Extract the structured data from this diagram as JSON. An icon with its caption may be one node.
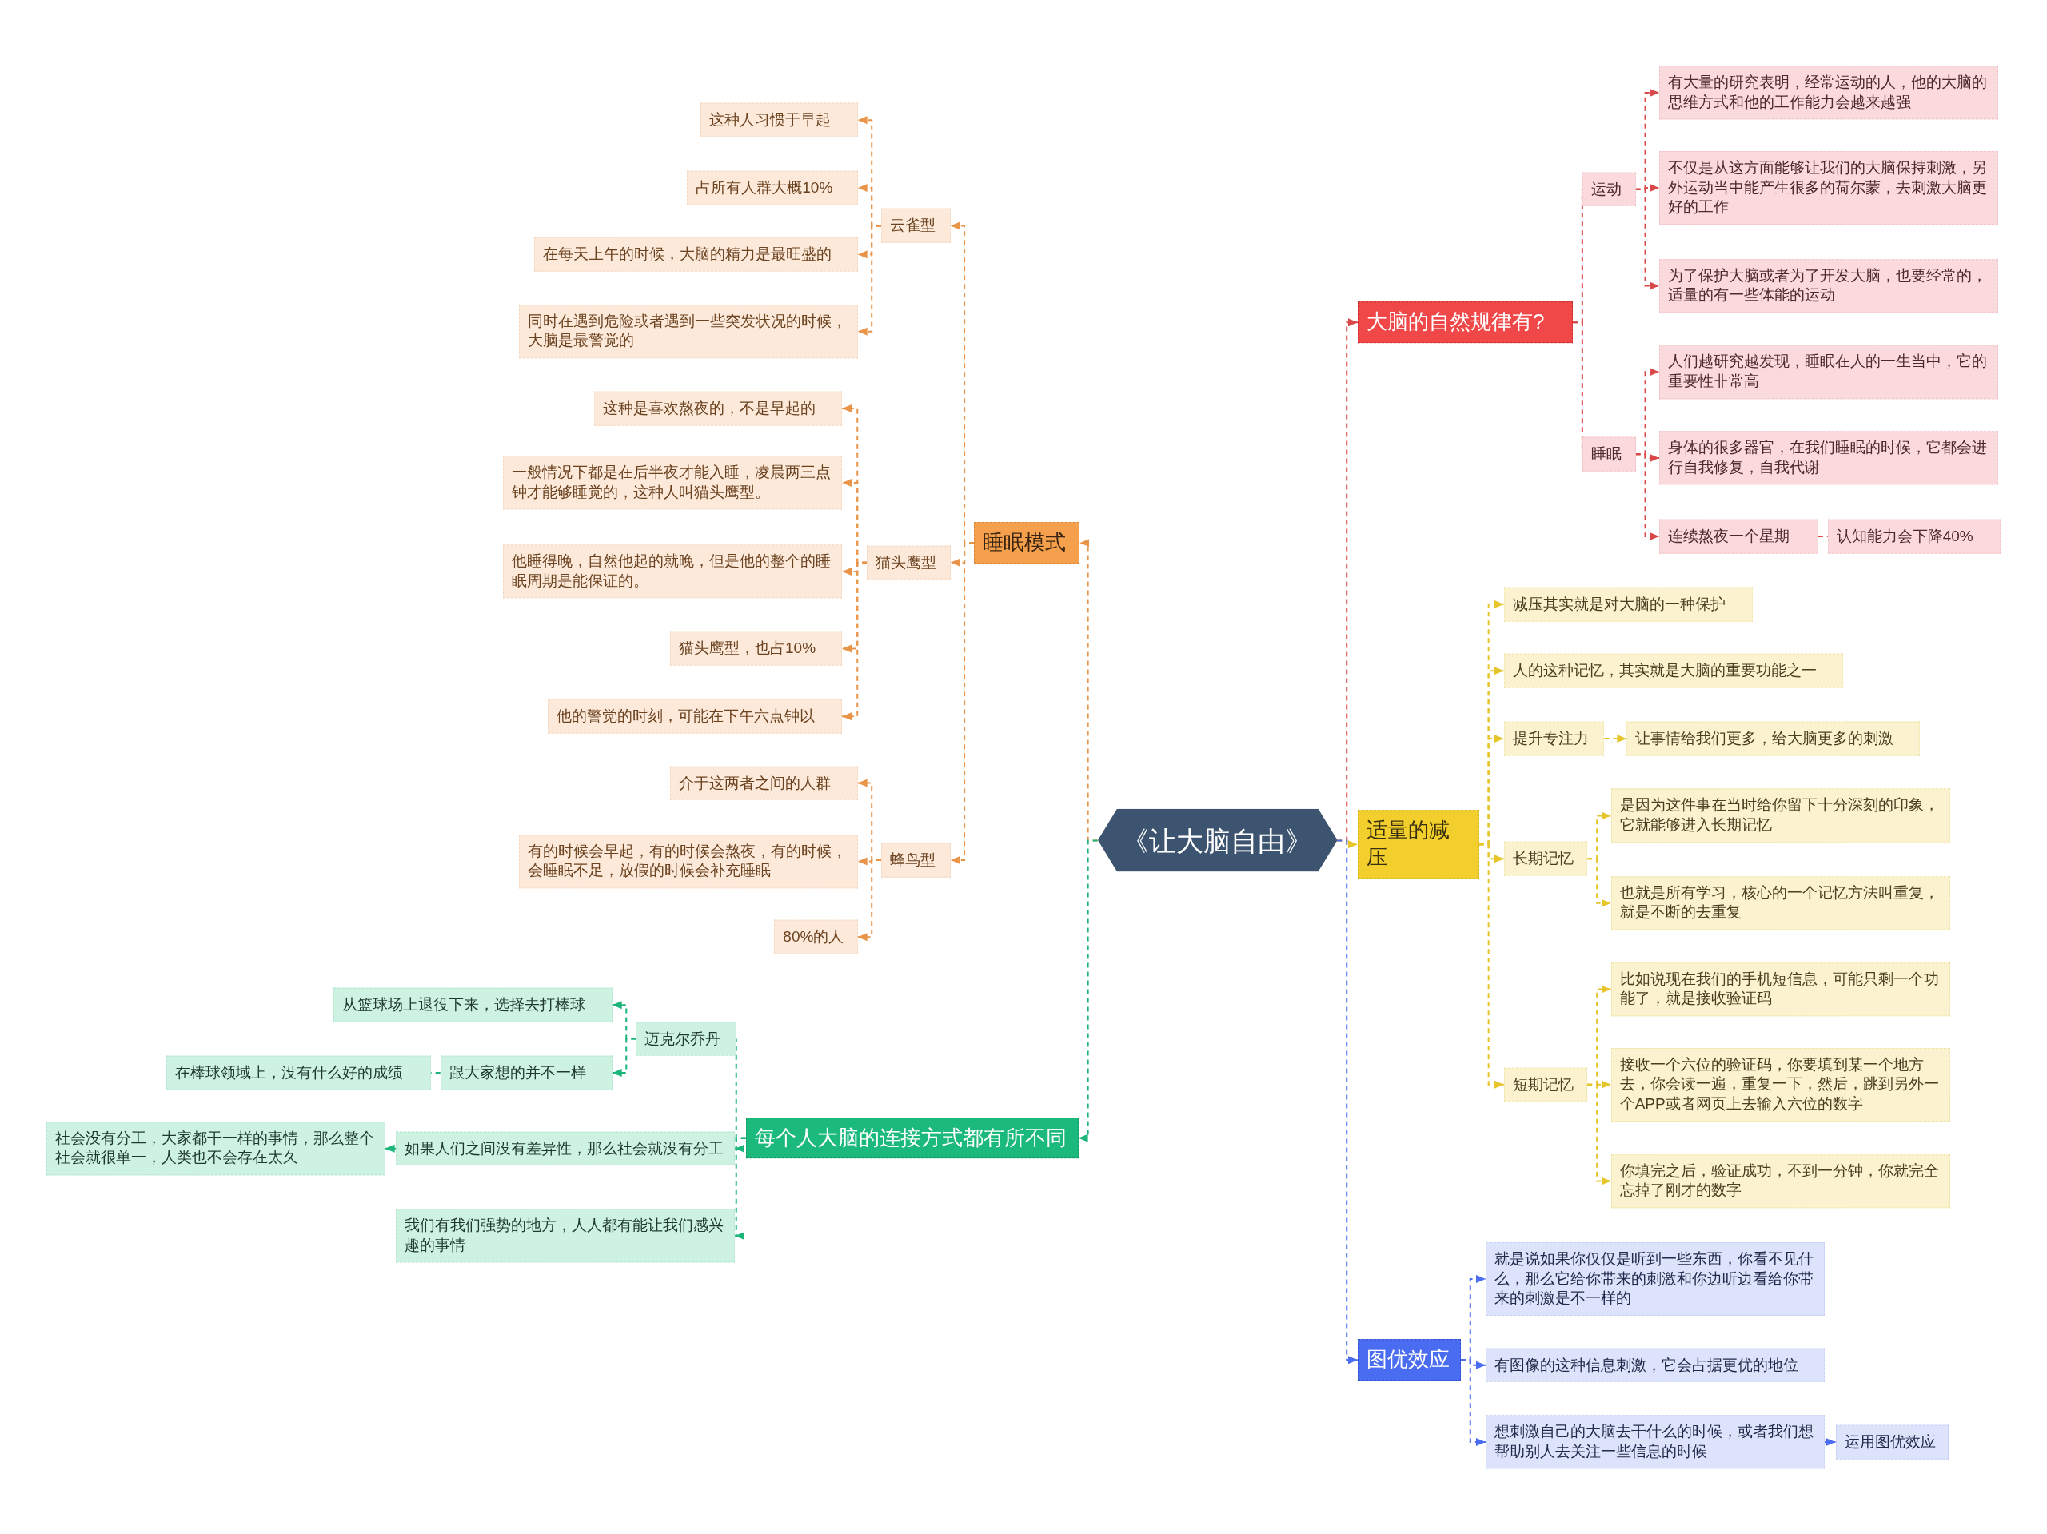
{
  "diagram": {
    "nodes": [
      {
        "text": [
          "《让大脑自由》"
        ]
      },
      {
        "text": [
          "睡眠模式"
        ]
      },
      {
        "text": [
          "云雀型"
        ]
      },
      {
        "text": [
          "这种人习惯于早起"
        ]
      },
      {
        "text": [
          "占所有人群大概10%"
        ]
      },
      {
        "text": [
          "在每天上午的时候，大脑的精力是最旺盛的"
        ]
      },
      {
        "text": [
          "同时在遇到危险或者遇到一些突发状况的时候，大脑是最警觉的"
        ]
      },
      {
        "text": [
          "猫头鹰型"
        ]
      },
      {
        "text": [
          "这种是喜欢熬夜的，不是早起的"
        ]
      },
      {
        "text": [
          "一般情况下都是在后半夜才能入睡，凌晨两三点钟才能够睡觉的，这种人叫猫头鹰型。"
        ]
      },
      {
        "text": [
          "他睡得晚，自然他起的就晚，但是他的整个的睡眠周期是能保证的。"
        ]
      },
      {
        "text": [
          "猫头鹰型，也占10%"
        ]
      },
      {
        "text": [
          "他的警觉的时刻，可能在下午六点钟以"
        ]
      },
      {
        "text": [
          "蜂鸟型"
        ]
      },
      {
        "text": [
          "介于这两者之间的人群"
        ]
      },
      {
        "text": [
          "有的时候会早起，有的时候会熬夜，有的时候，会睡眠不足，放假的时候会补充睡眠"
        ]
      },
      {
        "text": [
          "80%的人"
        ]
      },
      {
        "text": [
          "每个人大脑的连接方式都有所不同"
        ]
      },
      {
        "text": [
          "迈克尔乔丹"
        ]
      },
      {
        "text": [
          "从篮球场上退役下来，选择去打棒球"
        ]
      },
      {
        "text": [
          "跟大家想的并不一样"
        ]
      },
      {
        "text": [
          "在棒球领域上，没有什么好的成绩"
        ]
      },
      {
        "text": [
          "如果人们之间没有差异性，那么社会就没有分工"
        ]
      },
      {
        "text": [
          "社会没有分工，大家都干一样的事情，那么整个社会就很单一，人类也不会存在太久"
        ]
      },
      {
        "text": [
          "我们有我们强势的地方，人人都有能让我们感兴趣的事情"
        ]
      },
      {
        "text": [
          "大脑的自然规律有?"
        ]
      },
      {
        "text": [
          "运动"
        ]
      },
      {
        "text": [
          "有大量的研究表明，经常运动的人，他的大脑的思维方式和他的工作能力会越来越强"
        ]
      },
      {
        "text": [
          "不仅是从这方面能够让我们的大脑保持刺激，另外运动当中能产生很多的荷尔蒙，去刺激大脑更好的工作"
        ]
      },
      {
        "text": [
          "为了保护大脑或者为了开发大脑，也要经常的，适量的有一些体能的运动"
        ]
      },
      {
        "text": [
          "睡眠"
        ]
      },
      {
        "text": [
          "人们越研究越发现，睡眠在人的一生当中，它的重要性非常高"
        ]
      },
      {
        "text": [
          "身体的很多器官，在我们睡眠的时候，它都会进行自我修复，自我代谢"
        ]
      },
      {
        "text": [
          "连续熬夜一个星期"
        ]
      },
      {
        "text": [
          "认知能力会下降40%"
        ]
      },
      {
        "text": [
          "适量的减压"
        ]
      },
      {
        "text": [
          "减压其实就是对大脑的一种保护"
        ]
      },
      {
        "text": [
          "人的这种记忆，其实就是大脑的重要功能之一"
        ]
      },
      {
        "text": [
          "提升专注力"
        ]
      },
      {
        "text": [
          "让事情给我们更多，给大脑更多的刺激"
        ]
      },
      {
        "text": [
          "长期记忆"
        ]
      },
      {
        "text": [
          "是因为这件事在当时给你留下十分深刻的印象，它就能够进入长期记忆"
        ]
      },
      {
        "text": [
          "也就是所有学习，核心的一个记忆方法叫重复，就是不断的去重复"
        ]
      },
      {
        "text": [
          "短期记忆"
        ]
      },
      {
        "text": [
          "比如说现在我们的手机短信息，可能只剩一个功能了，就是接收验证码"
        ]
      },
      {
        "text": [
          "接收一个六位的验证码，你要填到某一个地方去，你会读一遍，重复一下，然后，跳到另外一个APP或者网页上去输入六位的数字"
        ]
      },
      {
        "text": [
          "你填完之后，验证成功，不到一分钟，你就完全忘掉了刚才的数字"
        ]
      },
      {
        "text": [
          "图优效应"
        ]
      },
      {
        "text": [
          "就是说如果你仅仅是听到一些东西，你看不见什么，那么它给你带来的刺激和你边听边看给你带来的刺激是不一样的"
        ]
      },
      {
        "text": [
          "有图像的这种信息刺激，它会占据更优的地位"
        ]
      },
      {
        "text": [
          "想刺激自己的大脑去干什么的时候，或者我们想帮助别人去关注一些信息的时候"
        ]
      },
      {
        "text": [
          "运用图优效应"
        ]
      }
    ],
    "edges": [
      {
        "from": 0,
        "to": 1,
        "arrow": "to",
        "color": "#e8954a"
      },
      {
        "from": 0,
        "to": 17,
        "arrow": "to",
        "color": "#1bb57a"
      },
      {
        "from": 0,
        "to": 25,
        "arrow": "to",
        "color": "#d94848"
      },
      {
        "from": 0,
        "to": 35,
        "arrow": "to",
        "color": "#e6c52a"
      },
      {
        "from": 0,
        "to": 47,
        "arrow": "to",
        "color": "#4a6cf0"
      },
      {
        "from": 1,
        "to": 2,
        "arrow": "to",
        "color": "#e8954a"
      },
      {
        "from": 1,
        "to": 7,
        "arrow": "to",
        "color": "#e8954a"
      },
      {
        "from": 1,
        "to": 13,
        "arrow": "to",
        "color": "#e8954a"
      },
      {
        "from": 2,
        "to": 3,
        "arrow": "to",
        "color": "#e8954a"
      },
      {
        "from": 2,
        "to": 4,
        "arrow": "to",
        "color": "#e8954a"
      },
      {
        "from": 2,
        "to": 5,
        "arrow": "to",
        "color": "#e8954a"
      },
      {
        "from": 2,
        "to": 6,
        "arrow": "to",
        "color": "#e8954a"
      },
      {
        "from": 7,
        "to": 8,
        "arrow": "to",
        "color": "#e8954a"
      },
      {
        "from": 7,
        "to": 9,
        "arrow": "to",
        "color": "#e8954a"
      },
      {
        "from": 7,
        "to": 10,
        "arrow": "to",
        "color": "#e8954a"
      },
      {
        "from": 7,
        "to": 11,
        "arrow": "to",
        "color": "#e8954a"
      },
      {
        "from": 7,
        "to": 12,
        "arrow": "to",
        "color": "#e8954a"
      },
      {
        "from": 13,
        "to": 14,
        "arrow": "to",
        "color": "#e8954a"
      },
      {
        "from": 13,
        "to": 15,
        "arrow": "to",
        "color": "#e8954a"
      },
      {
        "from": 13,
        "to": 16,
        "arrow": "to",
        "color": "#e8954a"
      },
      {
        "from": 17,
        "to": 18,
        "arrow": "to",
        "color": "#1bb57a"
      },
      {
        "from": 17,
        "to": 22,
        "arrow": "to",
        "color": "#1bb57a"
      },
      {
        "from": 17,
        "to": 24,
        "arrow": "to",
        "color": "#1bb57a"
      },
      {
        "from": 18,
        "to": 19,
        "arrow": "to",
        "color": "#1bb57a"
      },
      {
        "from": 18,
        "to": 20,
        "arrow": "to",
        "color": "#1bb57a"
      },
      {
        "from": 20,
        "to": 21,
        "arrow": "to",
        "color": "#1bb57a"
      },
      {
        "from": 22,
        "to": 23,
        "arrow": "to",
        "color": "#1bb57a"
      },
      {
        "from": 25,
        "to": 26,
        "arrow": "to",
        "color": "#d94848"
      },
      {
        "from": 25,
        "to": 30,
        "arrow": "to",
        "color": "#d94848"
      },
      {
        "from": 26,
        "to": 27,
        "arrow": "to",
        "color": "#d94848"
      },
      {
        "from": 26,
        "to": 28,
        "arrow": "to",
        "color": "#d94848"
      },
      {
        "from": 26,
        "to": 29,
        "arrow": "to",
        "color": "#d94848"
      },
      {
        "from": 30,
        "to": 31,
        "arrow": "to",
        "color": "#d94848"
      },
      {
        "from": 30,
        "to": 32,
        "arrow": "to",
        "color": "#d94848"
      },
      {
        "from": 30,
        "to": 33,
        "arrow": "to",
        "color": "#d94848"
      },
      {
        "from": 33,
        "to": 34,
        "arrow": "to",
        "color": "#d94848"
      },
      {
        "from": 35,
        "to": 36,
        "arrow": "to",
        "color": "#e6c52a"
      },
      {
        "from": 35,
        "to": 37,
        "arrow": "to",
        "color": "#e6c52a"
      },
      {
        "from": 35,
        "to": 38,
        "arrow": "to",
        "color": "#e6c52a"
      },
      {
        "from": 35,
        "to": 40,
        "arrow": "to",
        "color": "#e6c52a"
      },
      {
        "from": 35,
        "to": 43,
        "arrow": "to",
        "color": "#e6c52a"
      },
      {
        "from": 38,
        "to": 39,
        "arrow": "to",
        "color": "#e6c52a"
      },
      {
        "from": 40,
        "to": 41,
        "arrow": "to",
        "color": "#e6c52a"
      },
      {
        "from": 40,
        "to": 42,
        "arrow": "to",
        "color": "#e6c52a"
      },
      {
        "from": 43,
        "to": 44,
        "arrow": "to",
        "color": "#e6c52a"
      },
      {
        "from": 43,
        "to": 45,
        "arrow": "to",
        "color": "#e6c52a"
      },
      {
        "from": 43,
        "to": 46,
        "arrow": "to",
        "color": "#e6c52a"
      },
      {
        "from": 47,
        "to": 48,
        "arrow": "to",
        "color": "#4a6cf0"
      },
      {
        "from": 47,
        "to": 49,
        "arrow": "to",
        "color": "#4a6cf0"
      },
      {
        "from": 47,
        "to": 50,
        "arrow": "to",
        "color": "#4a6cf0"
      },
      {
        "from": 50,
        "to": 51,
        "arrow": "to",
        "color": "#4a6cf0"
      }
    ]
  }
}
